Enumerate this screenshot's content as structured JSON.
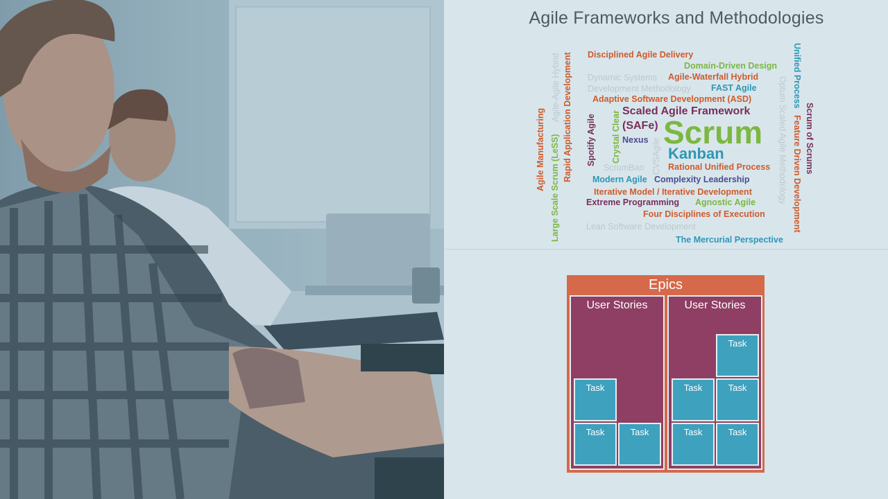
{
  "photo": {
    "icon": "office-workers-photo"
  },
  "slide": {
    "title": "Agile Frameworks and Methodologies",
    "words": [
      {
        "text": "Disciplined Agile Delivery",
        "color": "#d05a2c"
      },
      {
        "text": "Domain-Driven Design",
        "color": "#7db742"
      },
      {
        "text": "Dynamic Systems",
        "color": "#bcc9ce"
      },
      {
        "text": "Agile-Waterfall Hybrid",
        "color": "#d05a2c"
      },
      {
        "text": "Development Methodology",
        "color": "#bcc9ce"
      },
      {
        "text": "FAST Agile",
        "color": "#2f96b5"
      },
      {
        "text": "Adaptive Software Development (ASD)",
        "color": "#d05a2c"
      },
      {
        "text": "Scaled Agile Framework",
        "color": "#7a2e5a"
      },
      {
        "text": "(SAFe)",
        "color": "#7a2e5a"
      },
      {
        "text": "Scrum",
        "color": "#7db742"
      },
      {
        "text": "Nexus",
        "color": "#4c4c8e"
      },
      {
        "text": "Kanban",
        "color": "#2f96b5"
      },
      {
        "text": "ScrumBan",
        "color": "#bcc9ce"
      },
      {
        "text": "Rational Unified Process",
        "color": "#d05a2c"
      },
      {
        "text": "Modern Agile",
        "color": "#2f96b5"
      },
      {
        "text": "Complexity Leadership",
        "color": "#4c4c8e"
      },
      {
        "text": "Iterative Model / Iterative Development",
        "color": "#d05a2c"
      },
      {
        "text": "Extreme Programming",
        "color": "#7a2e5a"
      },
      {
        "text": "Agnostic Agile",
        "color": "#7db742"
      },
      {
        "text": "Four Disciplines of Execution",
        "color": "#d05a2c"
      },
      {
        "text": "Lean Software Development",
        "color": "#bcc9ce"
      },
      {
        "text": "The Mercurial Perspective",
        "color": "#2f96b5"
      },
      {
        "text": "Agile Manufacturing",
        "color": "#d05a2c"
      },
      {
        "text": "Large Scale Scrum (LeSS)",
        "color": "#7db742"
      },
      {
        "text": "Agile-Agile Hybrid",
        "color": "#bcc9ce"
      },
      {
        "text": "Rapid Application Development",
        "color": "#d05a2c"
      },
      {
        "text": "Spotify Agile",
        "color": "#7a2e5a"
      },
      {
        "text": "Crystal Clear",
        "color": "#7db742"
      },
      {
        "text": "CVSAgile",
        "color": "#bcc9ce"
      },
      {
        "text": "Unified Process",
        "color": "#2f96b5"
      },
      {
        "text": "Optum Scaled Agile Methodology",
        "color": "#bcc9ce"
      },
      {
        "text": "Feature Driven Development",
        "color": "#d05a2c"
      },
      {
        "text": "Scrum of Scrums",
        "color": "#7a2e5a"
      }
    ]
  },
  "epics": {
    "label": "Epics",
    "stories": [
      {
        "label": "User Stories",
        "tasks": [
          "Task",
          "Task",
          "Task"
        ]
      },
      {
        "label": "User Stories",
        "tasks": [
          "Task",
          "Task",
          "Task",
          "Task",
          "Task"
        ]
      }
    ]
  }
}
